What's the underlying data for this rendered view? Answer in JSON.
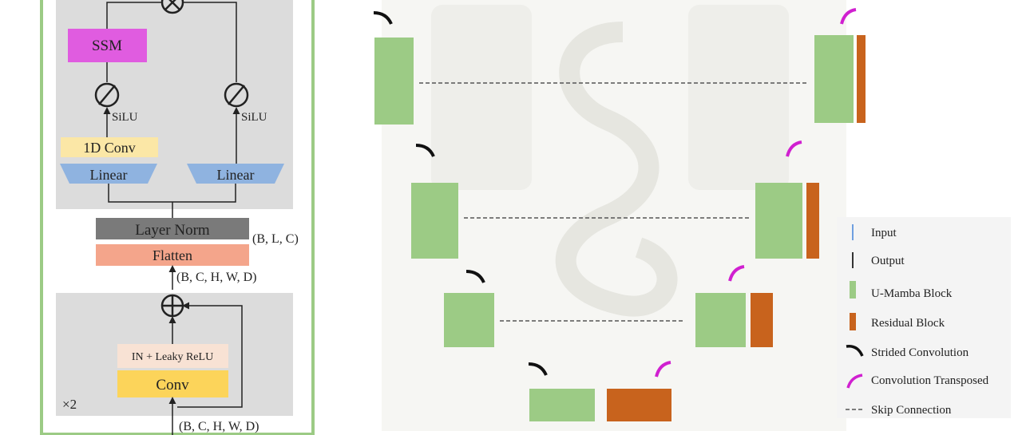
{
  "block_detail": {
    "ssm_label": "SSM",
    "silu_left": "SiLU",
    "silu_right": "SiLU",
    "conv1d_label": "1D Conv",
    "linear_left": "Linear",
    "linear_right": "Linear",
    "layer_norm_label": "Layer Norm",
    "shape_blc": "(B, L, C)",
    "flatten_label": "Flatten",
    "shape_bchwd_mid": "(B, C, H, W, D)",
    "in_leaky_label": "IN + Leaky ReLU",
    "conv_label": "Conv",
    "repeat_label": "×2",
    "shape_bchwd_bottom": "(B, C, H, W, D)"
  },
  "legend": {
    "items": [
      {
        "label": "Input",
        "color": "#6f9fe0"
      },
      {
        "label": "Output",
        "color": "#333333"
      },
      {
        "label": "U-Mamba Block",
        "color": "#9ccb85"
      },
      {
        "label": "Residual Block",
        "color": "#c8631d"
      },
      {
        "label": "Strided Convolution",
        "color": "#111111"
      },
      {
        "label": "Convolution Transposed",
        "color": "#d020d0"
      },
      {
        "label": "Skip Connection",
        "color": "#555555"
      }
    ]
  },
  "colors": {
    "ssm": "#e05ce0",
    "conv1d": "#fbe7a6",
    "linear": "#8fb3e0",
    "layer_norm": "#7a7a7a",
    "flatten": "#f4a58b",
    "in_leaky": "#f8e2d4",
    "conv": "#fcd45a",
    "panel_bg": "#dcdcdc",
    "panel_border": "#9ccb85",
    "mamba_green": "#9ccb85",
    "residual_orange": "#c8631d",
    "strided": "#111111",
    "transposed": "#d020d0"
  }
}
